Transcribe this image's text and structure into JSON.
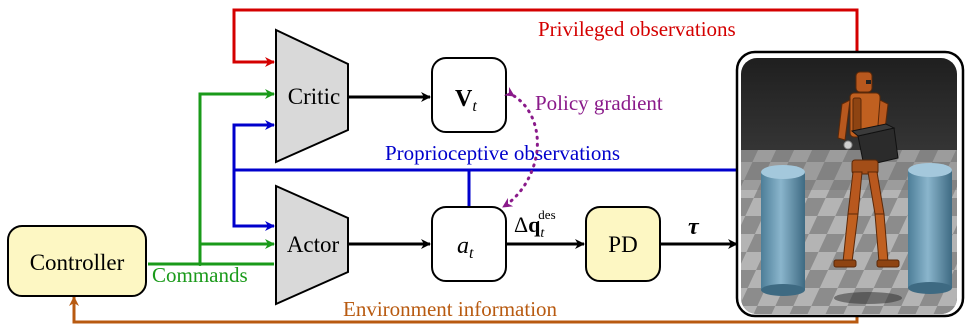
{
  "colors": {
    "privileged": "#d40000",
    "commands": "#1a9a1a",
    "proprioceptive": "#0000cc",
    "policy_gradient": "#8a1a8a",
    "environment": "#b85a10",
    "box_fill": "#fdf7c3",
    "trapezoid_fill": "#d9d9d9"
  },
  "labels": {
    "privileged": "Privileged observations",
    "proprioceptive": "Proprioceptive observations",
    "policy_gradient": "Policy gradient",
    "commands": "Commands",
    "environment": "Environment information",
    "controller": "Controller",
    "critic": "Critic",
    "actor": "Actor",
    "pd": "PD"
  },
  "math": {
    "value": "V",
    "value_sub": "t",
    "action": "a",
    "action_sub": "t",
    "delta": "Δ",
    "q": "q",
    "q_sub": "t",
    "q_sup": "des",
    "tau": "τ"
  },
  "icons": {
    "simulation": "humanoid-robot-simulation-render"
  }
}
